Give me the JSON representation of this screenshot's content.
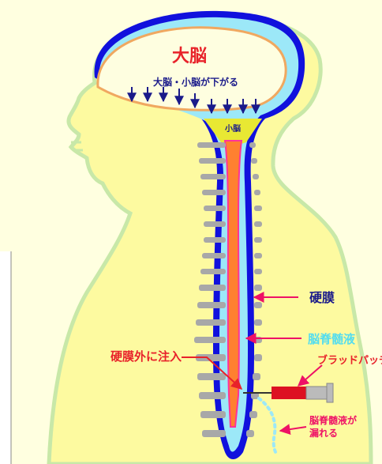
{
  "labels": {
    "cerebrum": "大脳",
    "brain_sinks": "大脳・小脳が下がる",
    "cerebellum": "小脳",
    "dura": "硬膜",
    "csf": "脳脊髄液",
    "blood_patch": "ブラッドパッチ",
    "epidural_injection": "硬膜外に注入",
    "csf_leak_line1": "脳脊髄液が",
    "csf_leak_line2": "漏れる"
  },
  "colors": {
    "background": "#ffffe0",
    "body": "#fdfaa0",
    "dura": "#1111dd",
    "csf": "#9ce8f8",
    "brain_outline": "#f0a860",
    "brain_fill": "#fefee0",
    "cord": "#ff8030",
    "cord_edge": "#ff3399",
    "cerebellum": "#e8e833",
    "vertebra": "#a8a8a8",
    "label_red": "#e8222a",
    "label_navy": "#1a1a8a",
    "label_pink": "#ee1166",
    "label_cyan": "#55ddee",
    "syringe_red": "#dd1122",
    "syringe_gray": "#bbbbbb"
  }
}
